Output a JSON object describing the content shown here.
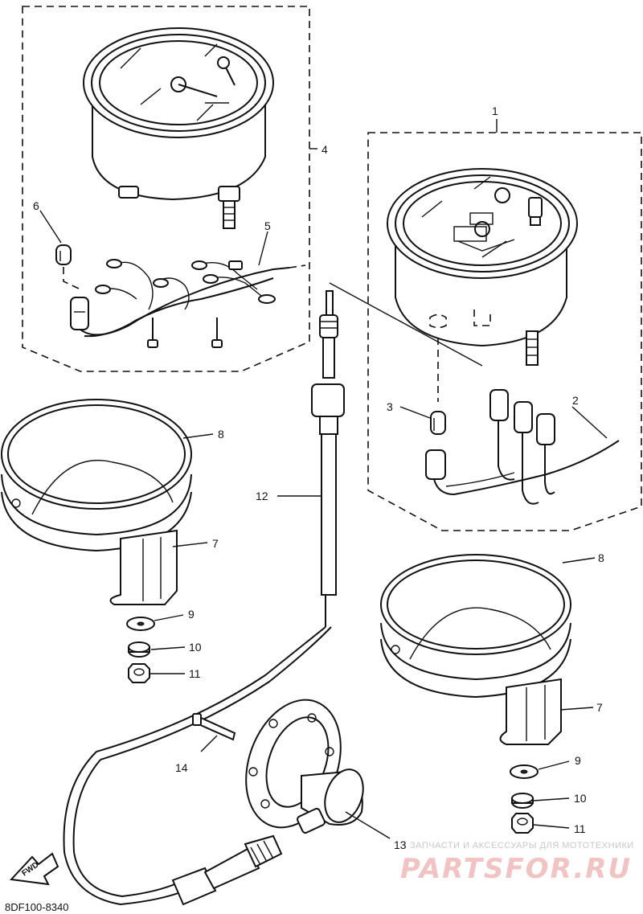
{
  "diagram": {
    "part_labels": {
      "l1": "1",
      "l2": "2",
      "l3": "3",
      "l4": "4",
      "l5": "5",
      "l6": "6",
      "l7a": "7",
      "l7b": "7",
      "l8a": "8",
      "l8b": "8",
      "l9a": "9",
      "l9b": "9",
      "l10a": "10",
      "l10b": "10",
      "l11a": "11",
      "l11b": "11",
      "l12": "12",
      "l13": "13",
      "l14": "14"
    },
    "fwd_label": "FWD",
    "diagram_code": "8DF100-8340"
  },
  "watermark": {
    "tagline": "ЗАПЧАСТИ И АКСЕССУАРЫ ДЛЯ МОТОТЕХНИКИ",
    "brand": "PARTSFOR.RU",
    "brand_color": "#e8a0a0"
  }
}
